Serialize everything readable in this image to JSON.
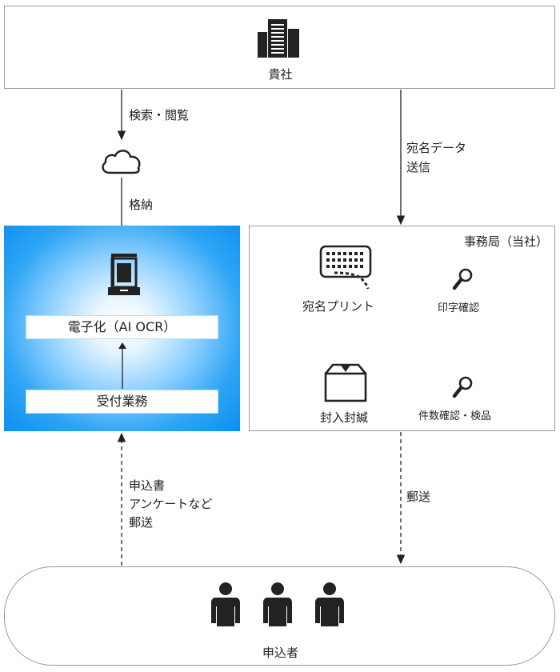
{
  "company": {
    "label": "貴社",
    "icon": "building-icon"
  },
  "arrows": {
    "search_view": "検索・閲覧",
    "store": "格納",
    "address_data": [
      "宛名データ",
      "送信"
    ],
    "apply_mail": [
      "申込書",
      "アンケートなど",
      "郵送"
    ],
    "mail": "郵送"
  },
  "cloud": {
    "icon": "cloud-icon"
  },
  "digitize_panel": {
    "scanner_icon": "scanner-icon",
    "ocr_label": "電子化（AI OCR）",
    "reception_label": "受付業務",
    "color": "#0b8ff0"
  },
  "office": {
    "title": "事務局（当社）",
    "print_label": "宛名プリント",
    "print_check": "印字確認",
    "enclose_label": "封入封緘",
    "count_check": "件数確認・検品",
    "keyboard_icon": "keyboard-icon",
    "box_icon": "box-icon",
    "magnifier_icon": "magnifier-icon"
  },
  "applicants": {
    "label": "申込者",
    "icon": "person-icon"
  }
}
